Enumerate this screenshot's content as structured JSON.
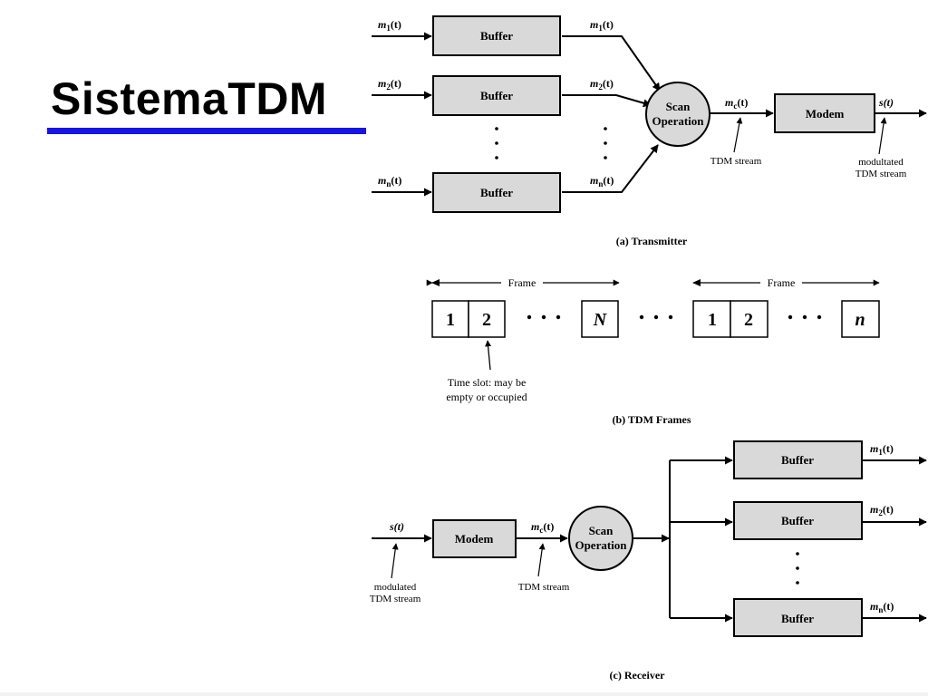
{
  "slide": {
    "title": "SistemaTDM"
  },
  "transmitter": {
    "inputs": [
      {
        "sym": "m",
        "sub": "1",
        "arg": "(t)"
      },
      {
        "sym": "m",
        "sub": "2",
        "arg": "(t)"
      },
      {
        "sym": "m",
        "sub": "n",
        "arg": "(t)"
      }
    ],
    "buffer_label": "Buffer",
    "scan_line1": "Scan",
    "scan_line2": "Operation",
    "stream": {
      "sym": "m",
      "sub": "c",
      "arg": "(t)"
    },
    "modem_label": "Modem",
    "output": "s(t)",
    "tdm_stream_note": "TDM stream",
    "modulated_line1": "modultated",
    "modulated_line2": "TDM stream",
    "caption": "(a) Transmitter"
  },
  "frames": {
    "frame_label": "Frame",
    "frame1_slots": [
      "1",
      "2",
      "N"
    ],
    "frame2_slots": [
      "1",
      "2",
      "n"
    ],
    "time_slot_line1": "Time slot: may be",
    "time_slot_line2": "empty or occupied",
    "caption": "(b) TDM Frames"
  },
  "receiver": {
    "input": "s(t)",
    "modulated_line1": "modulated",
    "modulated_line2": "TDM stream",
    "modem_label": "Modem",
    "stream": {
      "sym": "m",
      "sub": "c",
      "arg": "(t)"
    },
    "tdm_stream_note": "TDM stream",
    "scan_line1": "Scan",
    "scan_line2": "Operation",
    "buffer_label": "Buffer",
    "outputs": [
      {
        "sym": "m",
        "sub": "1",
        "arg": "(t)"
      },
      {
        "sym": "m",
        "sub": "2",
        "arg": "(t)"
      },
      {
        "sym": "m",
        "sub": "n",
        "arg": "(t)"
      }
    ],
    "caption": "(c) Receiver"
  }
}
